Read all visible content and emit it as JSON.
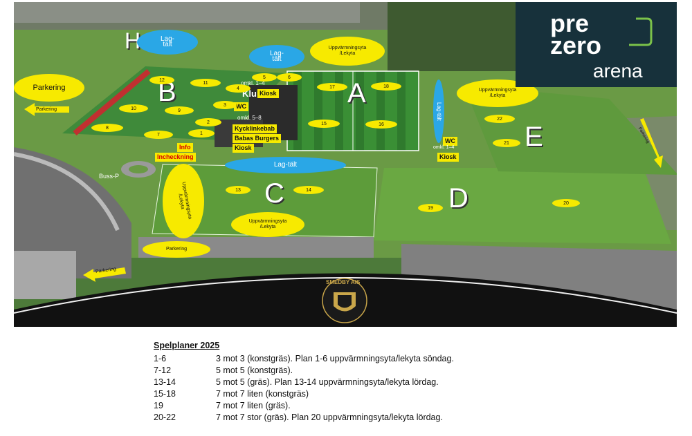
{
  "map": {
    "brand": {
      "line1": "pre",
      "line2": "zero",
      "line3": "arena"
    },
    "club_logo_text": "SMEDBY AIS",
    "areas": {
      "A": "A",
      "B": "B",
      "C": "C",
      "D": "D",
      "E": "E",
      "H": "H"
    },
    "tents": [
      {
        "id": "tent-h",
        "label": "Lag-\ntält"
      },
      {
        "id": "tent-top",
        "label": "Lag-\ntält"
      },
      {
        "id": "tent-center",
        "label": "Lag-tält"
      },
      {
        "id": "tent-right",
        "label": "Lag-tält"
      }
    ],
    "warmup_areas": [
      {
        "id": "warmup-top",
        "label": "Uppvärmningsyta\n/Lekyta"
      },
      {
        "id": "warmup-right",
        "label": "Uppvärmningsyta\n/Lekyta"
      },
      {
        "id": "warmup-left",
        "label": "Uppvärmningsyta\n/Lekyta"
      },
      {
        "id": "warmup-bottom",
        "label": "Uppvärmningsyta\n/Lekyta"
      }
    ],
    "parking": {
      "big": "Parkering",
      "arrow_left": "Parkering",
      "arrow_bottom_left": "Parkering",
      "bottom": "Parkering",
      "right": "Parkering"
    },
    "labels": {
      "klubb": "Klubb",
      "omkl_1_4": "omkl. 1–4",
      "omkl_5_8": "omkl. 5–8",
      "kiosk_top": "Kiosk",
      "wc_center": "WC",
      "kycklinge": "Kycklinkebab",
      "babas": "Babas Burgers",
      "kiosk_center": "Kiosk",
      "info": "Info",
      "incheckning": "Incheckning",
      "buss": "Buss-P",
      "wc_right": "WC",
      "omkl_right": "omkl. 1–4",
      "kiosk_right": "Kiosk"
    },
    "pitches": [
      "1",
      "2",
      "3",
      "4",
      "5",
      "6",
      "7",
      "8",
      "9",
      "10",
      "11",
      "12",
      "13",
      "14",
      "15",
      "16",
      "17",
      "18",
      "19",
      "20",
      "21",
      "22"
    ]
  },
  "legend": {
    "title": "Spelplaner 2025",
    "rows": [
      {
        "range": "1-6",
        "text": "3 mot 3 (konstgräs). Plan 1-6 uppvärmningsyta/lekyta söndag."
      },
      {
        "range": "7-12",
        "text": "5 mot 5 (konstgräs)."
      },
      {
        "range": "13-14",
        "text": "5 mot 5 (gräs). Plan 13-14 uppvärmningsyta/lekyta lördag."
      },
      {
        "range": "15-18",
        "text": "7 mot 7 liten (konstgräs)"
      },
      {
        "range": "19",
        "text": "7 mot 7 liten (gräs)."
      },
      {
        "range": "20-22",
        "text": "7 mot 7 stor (gräs). Plan 20 uppvärmningsyta/lekyta lördag."
      }
    ]
  }
}
